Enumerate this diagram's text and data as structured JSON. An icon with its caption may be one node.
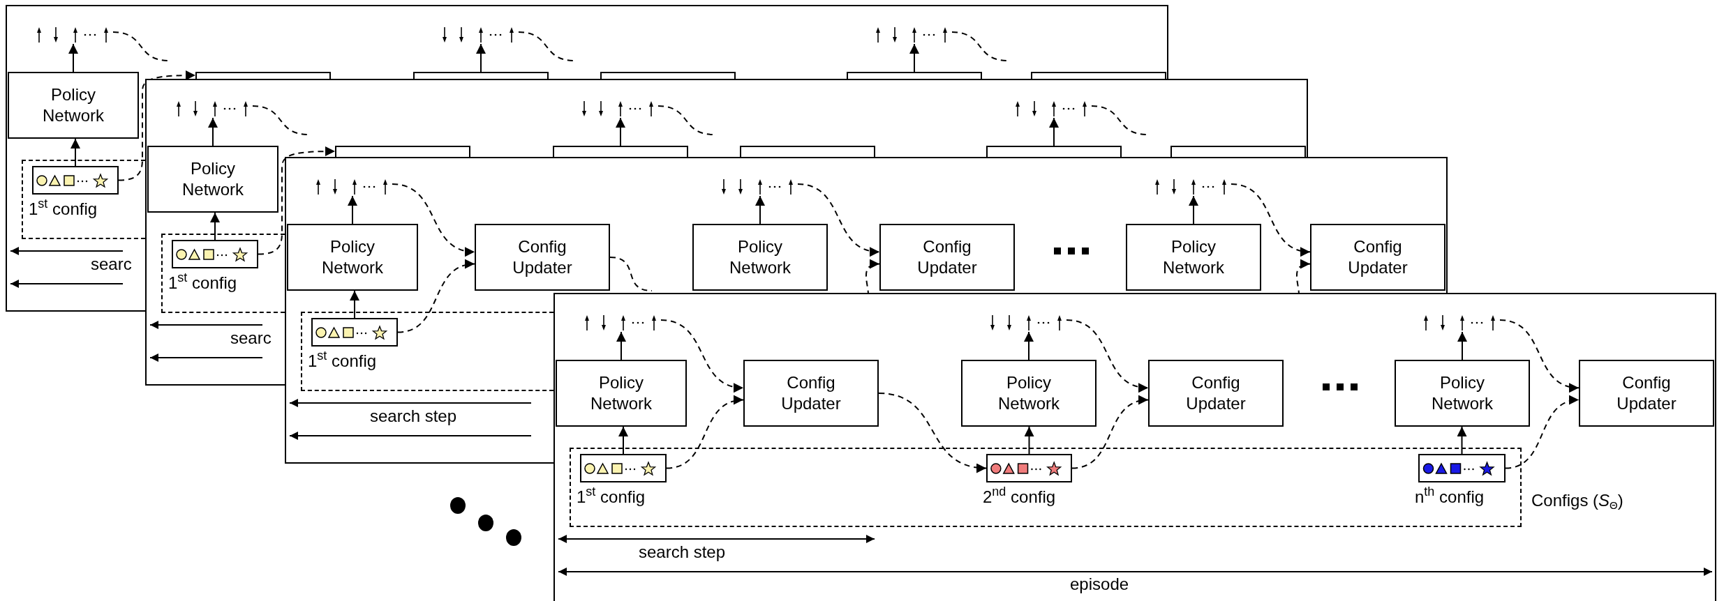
{
  "diagram": {
    "nodes": [
      {
        "text": [],
        "shape": "arrows"
      },
      {
        "text": [],
        "shape": "arrows"
      },
      {
        "text": [],
        "shape": "arrows"
      },
      {
        "text": [
          "Policy Network"
        ]
      },
      {
        "text": [],
        "shape": "box"
      },
      {
        "text": [],
        "shape": "box"
      },
      {
        "text": [],
        "shape": "box"
      },
      {
        "text": [],
        "shape": "box"
      },
      {
        "text": [],
        "shape": "box"
      },
      {
        "text": [],
        "shape": "box"
      },
      {
        "text": [],
        "shape": "box",
        "in": 9,
        "beside": [
          "1$^{st}$ config"
        ]
      },
      {
        "text": [],
        "shape": "arrows"
      },
      {
        "text": [],
        "shape": "arrows"
      },
      {
        "text": [],
        "shape": "arrows"
      },
      {
        "text": [
          "Policy Network"
        ]
      },
      {
        "text": [],
        "shape": "box"
      },
      {
        "text": [],
        "shape": "box"
      },
      {
        "text": [],
        "shape": "box"
      },
      {
        "text": [],
        "shape": "box"
      },
      {
        "text": [],
        "shape": "box"
      },
      {
        "text": [],
        "shape": "box"
      },
      {
        "text": [],
        "shape": "box",
        "in": 20,
        "beside": [
          "1$^{st}$ config"
        ]
      },
      {
        "text": [],
        "shape": "arrows"
      },
      {
        "text": [],
        "shape": "arrows"
      },
      {
        "text": [],
        "shape": "arrows"
      },
      {
        "text": [
          "Policy Network"
        ]
      },
      {
        "text": [
          "Config Updater"
        ]
      },
      {
        "text": [
          "Policy Network"
        ]
      },
      {
        "text": [
          "Config Updater"
        ]
      },
      {
        "text": [
          "Policy Network"
        ]
      },
      {
        "text": [
          "Config Updater"
        ]
      },
      {
        "text": [],
        "shape": "box"
      },
      {
        "text": [],
        "shape": "box",
        "in": 31,
        "beside": [
          "1$^{st}$ config"
        ]
      },
      {
        "text": [],
        "shape": "arrows"
      },
      {
        "text": [],
        "shape": "arrows"
      },
      {
        "text": [],
        "shape": "arrows"
      },
      {
        "text": [
          "Policy Network"
        ]
      },
      {
        "text": [
          "Config Updater"
        ]
      },
      {
        "text": [
          "Policy Network"
        ]
      },
      {
        "text": [
          "Config Updater"
        ]
      },
      {
        "text": [
          "Policy Network"
        ]
      },
      {
        "text": [
          "Config Updater"
        ]
      },
      {
        "text": [
          "Configs (*S*$_{Θ}$)"
        ]
      },
      {
        "text": [],
        "shape": "box",
        "in": 42,
        "beside": [
          "1$^{st}$ config"
        ]
      },
      {
        "text": [],
        "shape": "box",
        "in": 42,
        "beside": [
          "2$^{nd}$ config"
        ]
      },
      {
        "text": [],
        "shape": "box",
        "in": 42,
        "beside": [
          "n$^{th}$ config"
        ]
      }
    ],
    "edges": [
      {
        "from": 10,
        "to": 3,
        "arrow": "to"
      },
      {
        "from": 3,
        "to": 0,
        "arrow": "to"
      },
      {
        "from": 0,
        "to": null,
        "arrow": "none",
        "style": "dashed"
      },
      {
        "from": 10,
        "to": 4,
        "arrow": "to",
        "style": "dashed"
      },
      {
        "from": 5,
        "to": 1,
        "arrow": "to"
      },
      {
        "from": 1,
        "to": null,
        "arrow": "none",
        "style": "dashed"
      },
      {
        "from": 7,
        "to": 2,
        "arrow": "to"
      },
      {
        "from": 2,
        "to": null,
        "arrow": "none",
        "style": "dashed"
      },
      {
        "from": 21,
        "to": 14,
        "arrow": "to"
      },
      {
        "from": 14,
        "to": 11,
        "arrow": "to"
      },
      {
        "from": 11,
        "to": null,
        "arrow": "none",
        "style": "dashed"
      },
      {
        "from": 21,
        "to": 15,
        "arrow": "to",
        "style": "dashed"
      },
      {
        "from": 16,
        "to": 12,
        "arrow": "to"
      },
      {
        "from": 12,
        "to": null,
        "arrow": "none",
        "style": "dashed"
      },
      {
        "from": 18,
        "to": 13,
        "arrow": "to"
      },
      {
        "from": 13,
        "to": null,
        "arrow": "none",
        "style": "dashed"
      },
      {
        "from": 32,
        "to": 25,
        "arrow": "to"
      },
      {
        "from": 25,
        "to": 22,
        "arrow": "to"
      },
      {
        "from": 22,
        "to": 26,
        "arrow": "to",
        "style": "dashed"
      },
      {
        "from": 32,
        "to": 26,
        "arrow": "to",
        "style": "dashed"
      },
      {
        "from": 26,
        "to": null,
        "arrow": "none",
        "style": "dashed"
      },
      {
        "from": 27,
        "to": 23,
        "arrow": "to"
      },
      {
        "from": 23,
        "to": 28,
        "arrow": "to",
        "style": "dashed"
      },
      {
        "from": null,
        "to": 28,
        "arrow": "to",
        "style": "dashed"
      },
      {
        "from": 29,
        "to": 24,
        "arrow": "to"
      },
      {
        "from": 24,
        "to": 30,
        "arrow": "to",
        "style": "dashed"
      },
      {
        "from": null,
        "to": 30,
        "arrow": "to",
        "style": "dashed"
      },
      {
        "from": 43,
        "to": 36,
        "arrow": "to"
      },
      {
        "from": 36,
        "to": 33,
        "arrow": "to"
      },
      {
        "from": 33,
        "to": 37,
        "arrow": "to",
        "style": "dashed"
      },
      {
        "from": 43,
        "to": 37,
        "arrow": "to",
        "style": "dashed"
      },
      {
        "from": 37,
        "to": 44,
        "arrow": "to",
        "style": "dashed"
      },
      {
        "from": 44,
        "to": 38,
        "arrow": "to"
      },
      {
        "from": 38,
        "to": 34,
        "arrow": "to"
      },
      {
        "from": 34,
        "to": 39,
        "arrow": "to",
        "style": "dashed"
      },
      {
        "from": 44,
        "to": 39,
        "arrow": "to",
        "style": "dashed"
      },
      {
        "from": 45,
        "to": 40,
        "arrow": "to"
      },
      {
        "from": 40,
        "to": 35,
        "arrow": "to"
      },
      {
        "from": 35,
        "to": 41,
        "arrow": "to",
        "style": "dashed"
      },
      {
        "from": 45,
        "to": 41,
        "arrow": "to",
        "style": "dashed"
      }
    ],
    "labels": [
      "searc",
      "searc",
      "search step",
      "search step",
      "episode"
    ]
  }
}
